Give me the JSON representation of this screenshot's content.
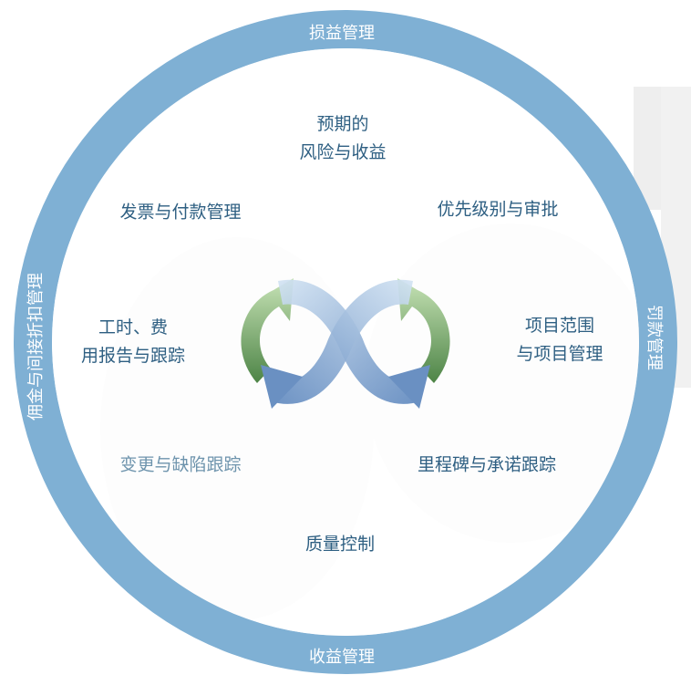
{
  "ring": {
    "top": "损益管理",
    "bottom": "收益管理",
    "left": "佣金与间接折扣管理",
    "right": "罚款管理"
  },
  "items": {
    "risk_line1": "预期的",
    "risk_line2": "风险与收益",
    "priority": "优先级别与审批",
    "invoice": "发票与付款管理",
    "timesheet_line1": "工时、费",
    "timesheet_line2": "用报告与跟踪",
    "scope_line1": "项目范围",
    "scope_line2": "与项目管理",
    "change": "变更与缺陷跟踪",
    "milestone": "里程碑与承诺跟踪",
    "quality": "质量控制"
  },
  "colors": {
    "ring": "#7fb0d4",
    "text": "#2e5f82",
    "arrow_green": "#6fa362",
    "arrow_blue": "#6e96c5",
    "watermark": "#ececec"
  }
}
